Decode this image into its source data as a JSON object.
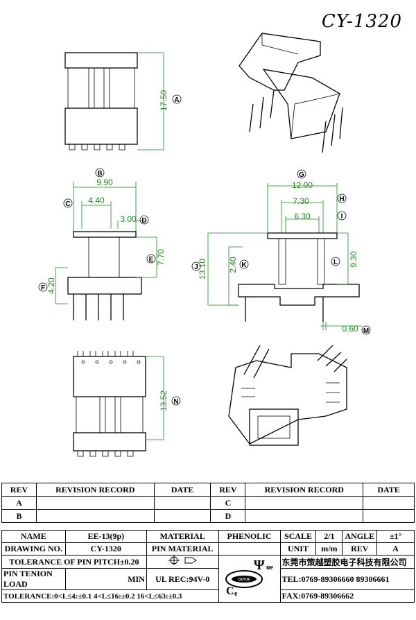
{
  "title": "CY-1320",
  "dimensions": {
    "A": "17.50",
    "B": "9.90",
    "C": "4.40",
    "D": "3.00",
    "E": "7.70",
    "F": "4.20",
    "G": "12.00",
    "H": "7.30",
    "I": "6.30",
    "J": "13.10",
    "K": "2.40",
    "L": "9.30",
    "M": "0.60",
    "N": "13.52"
  },
  "callouts": [
    "A",
    "B",
    "C",
    "D",
    "E",
    "F",
    "G",
    "H",
    "I",
    "J",
    "K",
    "L",
    "M",
    "N"
  ],
  "revision_table": {
    "headers": [
      "REV",
      "REVISION RECORD",
      "DATE",
      "REV",
      "REVISION RECORD",
      "DATE"
    ],
    "rows": [
      [
        "A",
        "",
        "",
        "C",
        "",
        ""
      ],
      [
        "B",
        "",
        "",
        "D",
        "",
        ""
      ]
    ]
  },
  "specs": {
    "name_label": "NAME",
    "name_value": "EE-13(9p)",
    "material_label": "MATERIAL",
    "material_value": "PHENOLIC",
    "scale_label": "SCALE",
    "scale_value": "2/1",
    "angle_label": "ANGLE",
    "angle_value": "±1°",
    "drawing_no_label": "DRAWING NO.",
    "drawing_no_value": "CY-1320",
    "pin_material_label": "PIN MATERIAL",
    "unit_label": "UNIT",
    "unit_value": "m/m",
    "rev_label": "REV",
    "rev_value": "A",
    "tolerance_pitch": "TOLERANCE OF PIN PITCH±0.20",
    "pin_tension_label": "PIN TENION LOAD",
    "pin_tension_value": "MIN",
    "ul_rec": "UL REC:94V-0",
    "tolerance": "TOLERANCE:0<L≤4:±0.1  4<L≤16:±0.2  16<L≤63:±0.3",
    "company": "东莞市策越塑胶电子科技有限公司",
    "tel": "TEL:0769-89306660 89306661",
    "fax": "FAX:0769-89306662",
    "logo_text": "CEYUE"
  }
}
